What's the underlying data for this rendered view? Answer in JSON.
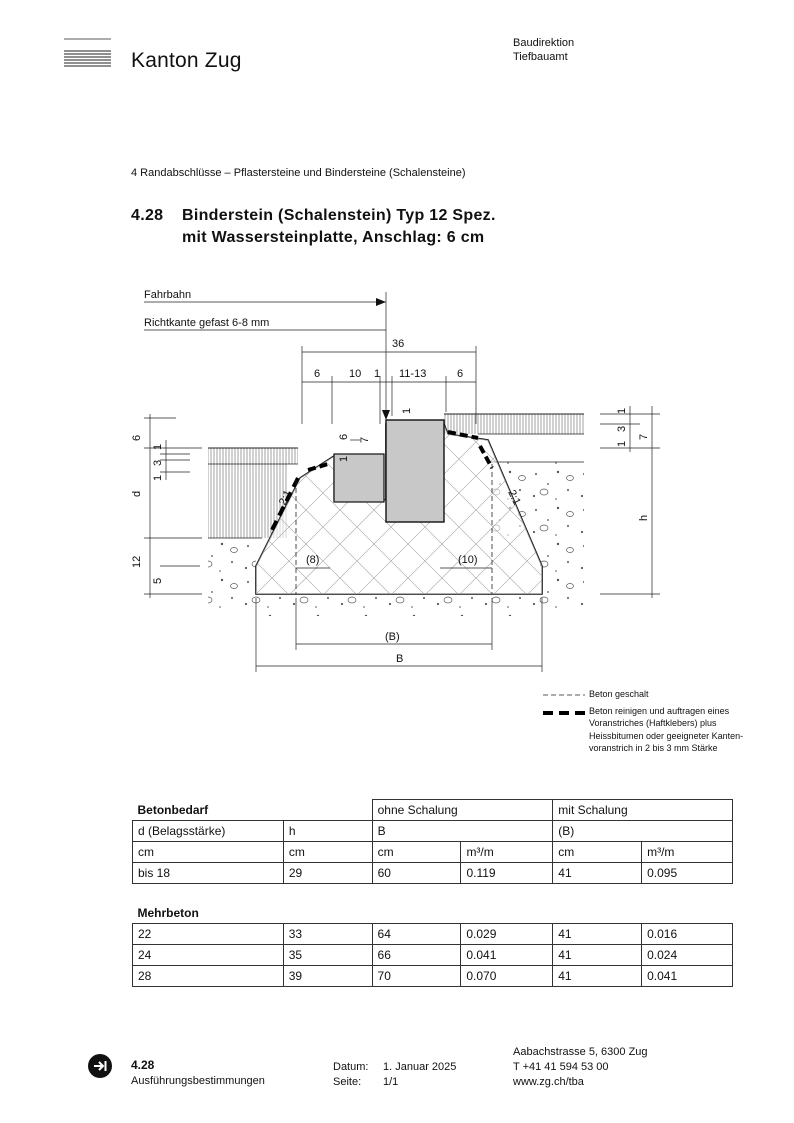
{
  "header": {
    "brand": "Kanton Zug",
    "department": "Baudirektion",
    "office": "Tiefbauamt"
  },
  "section": "4 Randabschlüsse – Pflastersteine und Bindersteine (Schalensteine)",
  "title": {
    "number": "4.28",
    "line1": "Binderstein (Schalenstein) Typ 12 Spez.",
    "line2": "mit Wassersteinplatte, Anschlag: 6 cm"
  },
  "drawing": {
    "label_fahrbahn": "Fahrbahn",
    "label_richtkante": "Richtkante gefast 6-8 mm",
    "dim_total": "36",
    "dim_a": "6",
    "dim_b": "10",
    "dim_c": "1",
    "dim_d": "11-13",
    "dim_e": "6",
    "dim_one_top": "1",
    "dim_six_small": "6",
    "dim_seven_small": "7",
    "dim_one_small": "1",
    "left_6": "6",
    "left_1a": "1",
    "left_3": "3",
    "left_1b": "1",
    "left_d": "d",
    "left_12": "12",
    "left_5": "5",
    "right_1a": "1",
    "right_3": "3",
    "right_1b": "1",
    "right_7": "7",
    "right_h": "h",
    "slope_left": "2:1",
    "slope_right": "2:1",
    "label_8": "(8)",
    "label_10": "(10)",
    "label_Bp": "(B)",
    "label_B": "B"
  },
  "legend": {
    "item1": "Beton geschalt",
    "item2_line1": "Beton reinigen und auftragen eines",
    "item2_line2": "Voranstriches (Haftklebers) plus",
    "item2_line3": "Heissbitumen oder geeigneter Kanten-",
    "item2_line4": "voranstrich in 2 bis 3 mm Stärke"
  },
  "table1": {
    "h_betonbedarf": "Betonbedarf",
    "h_ohne": "ohne Schalung",
    "h_mit": "mit Schalung",
    "h_d": "d (Belagsstärke)",
    "h_h": "h",
    "h_B": "B",
    "h_Bp": "(B)",
    "u_d": "cm",
    "u_h": "cm",
    "u_B": "cm",
    "u_m3a": "m³/m",
    "u_Bp": "cm",
    "u_m3b": "m³/m",
    "r_d": "bis 18",
    "r_h": "29",
    "r_B": "60",
    "r_m3a": "0.119",
    "r_Bp": "41",
    "r_m3b": "0.095"
  },
  "table2": {
    "heading": "Mehrbeton",
    "rows": [
      {
        "d": "22",
        "h": "33",
        "B": "64",
        "m3a": "0.029",
        "Bp": "41",
        "m3b": "0.016"
      },
      {
        "d": "24",
        "h": "35",
        "B": "66",
        "m3a": "0.041",
        "Bp": "41",
        "m3b": "0.024"
      },
      {
        "d": "28",
        "h": "39",
        "B": "70",
        "m3a": "0.070",
        "Bp": "41",
        "m3b": "0.041"
      }
    ]
  },
  "footer": {
    "number": "4.28",
    "subtitle": "Ausführungsbestimmungen",
    "label_datum": "Datum:",
    "label_seite": "Seite:",
    "value_datum": "1. Januar 2025",
    "value_seite": "1/1",
    "address": "Aabachstrasse 5, 6300 Zug",
    "phone": "T +41 41 594 53 00",
    "web": "www.zg.ch/tba"
  }
}
